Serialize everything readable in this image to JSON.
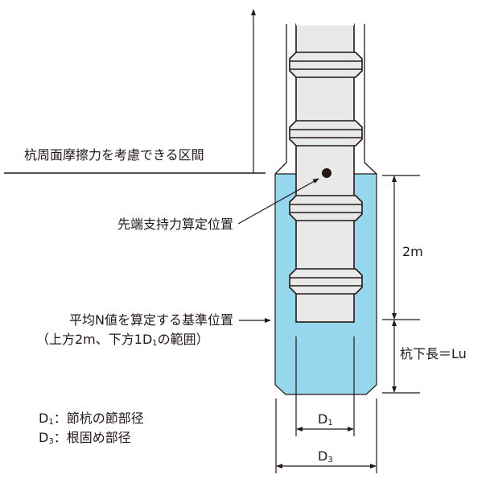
{
  "labels": {
    "friction_zone": "杭周面摩擦力を考慮できる区間",
    "tip_position": "先端支持力算定位置",
    "n_value_line1": "平均N値を算定する基準位置",
    "n_value_line2_a": "（上方2m、下方1D",
    "n_value_line2_sub": "1",
    "n_value_line2_b": "の範囲）",
    "dim_2m": "2m",
    "dim_lu": "杭下長＝Lu",
    "d1_main": "D",
    "d1_sub": "1",
    "d3_main": "D",
    "d3_sub": "3"
  },
  "legend": [
    {
      "symbol": "D",
      "sub": "1",
      "text": "：節杭の節部径"
    },
    {
      "symbol": "D",
      "sub": "3",
      "text": "：根固め部径"
    }
  ],
  "colors": {
    "root_fill": "#97d7ee",
    "pile_fill": "#e9e9e9",
    "line": "#231815"
  }
}
